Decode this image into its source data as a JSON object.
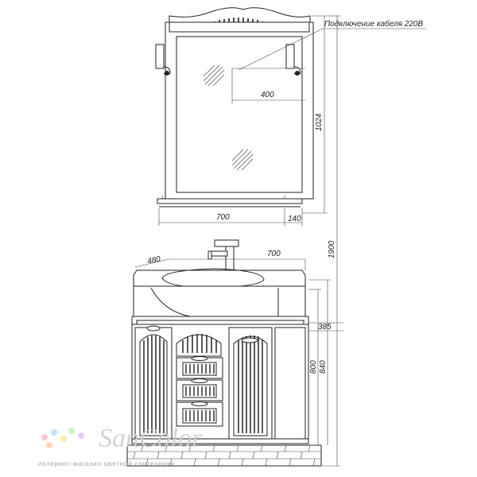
{
  "annotations": {
    "cable_note": "Подключение кабеля 220В"
  },
  "dimensions": {
    "mirror_offset": "400",
    "mirror_height": "1024",
    "mirror_width": "700",
    "shelf_depth": "140",
    "total_height": "1900",
    "cabinet_depth": "480",
    "cabinet_width": "700",
    "counter_drop": "385",
    "cabinet_height": "800",
    "cabinet_height_total": "840"
  },
  "watermark": {
    "brand": "SanColor",
    "tagline": "интернет-магазин цветной сантехники",
    "dot_colors": [
      "#f6c0d6",
      "#b9e0f7",
      "#fde7a0",
      "#c7f0c0",
      "#e3c9f5",
      "#ffd1a8"
    ]
  }
}
